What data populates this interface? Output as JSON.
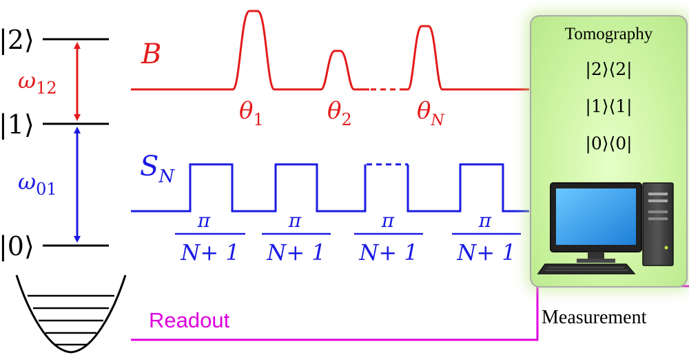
{
  "levels": [
    {
      "ket": "|2⟩"
    },
    {
      "ket": "|1⟩"
    },
    {
      "ket": "|0⟩"
    }
  ],
  "transitions": {
    "w12": {
      "symbol": "ω",
      "sub": "12",
      "color": "#e41a1a"
    },
    "w01": {
      "symbol": "ω",
      "sub": "01",
      "color": "#1a1ae4"
    }
  },
  "pulses_B": {
    "label": "B",
    "color": "#e41a1a",
    "thetas": [
      {
        "symbol": "θ",
        "sub": "1"
      },
      {
        "symbol": "θ",
        "sub": "2"
      },
      {
        "symbol": "θ",
        "sub": "N"
      }
    ]
  },
  "pulses_S": {
    "label": "S",
    "label_sub": "N",
    "color": "#1a1ae4",
    "fraction": {
      "numerator": "π",
      "denominator": "N+ 1"
    },
    "fraction_count": 4
  },
  "readout": {
    "label": "Readout",
    "color": "#e000e0"
  },
  "tomography": {
    "title": "Tomography",
    "projectors": [
      "|2⟩⟨2|",
      "|1⟩⟨1|",
      "|0⟩⟨0|"
    ]
  },
  "measurement": {
    "label": "Measurement"
  }
}
